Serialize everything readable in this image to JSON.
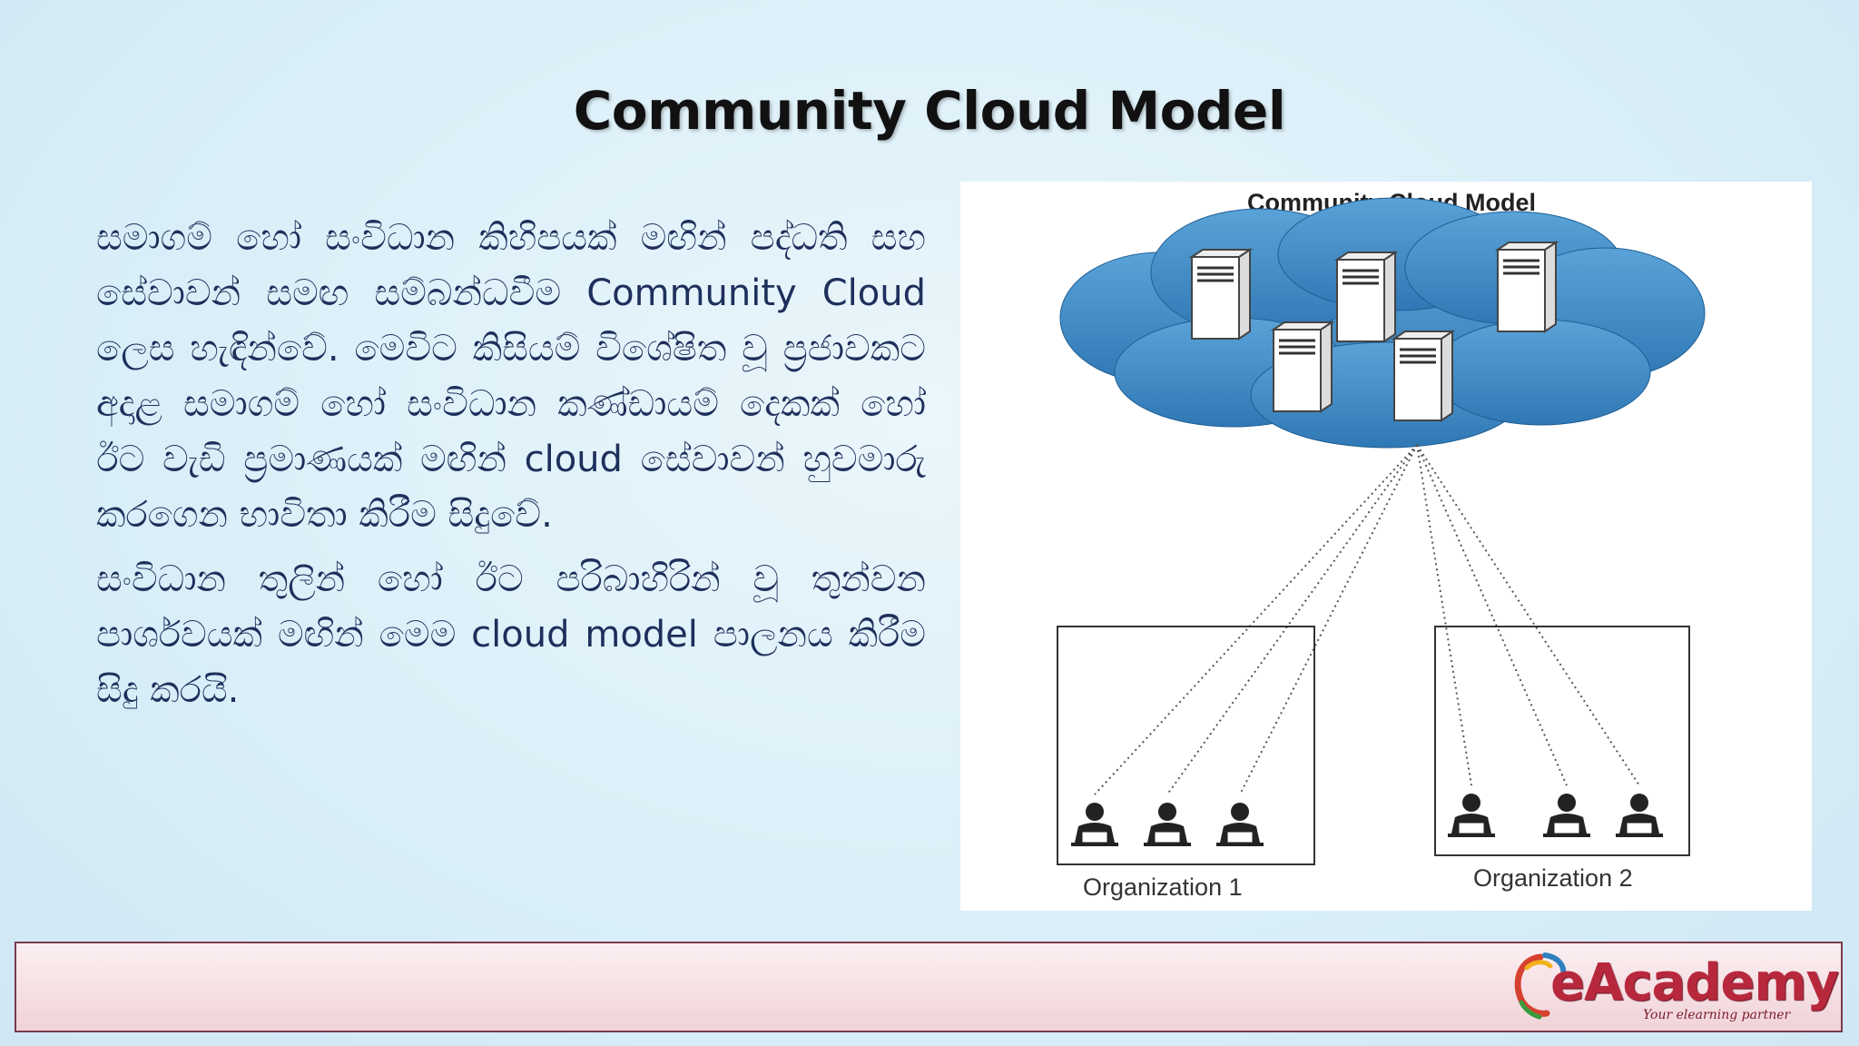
{
  "slide": {
    "title": "Community Cloud Model",
    "paragraphs": [
      "සමාගම් හෝ සංවිධාන කිහිපයක් මඟින් පද්ධති සහ සේවාවන් සමඟ සම්බන්ධවීම Community Cloud ලෙස හැඳින්වේ. මෙවිට කිසියම් විශේෂිත වූ ප්‍රජාවකට අදාළ සමාගම් හෝ සංවිධාන කණ්ඩායම් දෙකක් හෝ ඊට වැඩි ප්‍රමාණයක් මඟින් cloud සේවාවන් හුවමාරු කරගෙන භාවිතා කිරීම සිදුවේ.",
      "සංවිධාන තුලින් හෝ ඊට පරිබාහිරින් වූ තුන්වන පාර්ශවයක් මඟින් මෙම cloud model පාලනය කිරීම සිදු කරයි."
    ]
  },
  "diagram": {
    "title": "Community Cloud Model",
    "cloud_color": "#3a86c4",
    "server_count": 5,
    "organizations": [
      {
        "label": "Organization 1",
        "users": 3
      },
      {
        "label": "Organization 2",
        "users": 3
      }
    ]
  },
  "footer": {
    "logo_text": "eAcademy",
    "logo_tagline": "Your elearning partner",
    "accent_color": "#b8283d"
  }
}
